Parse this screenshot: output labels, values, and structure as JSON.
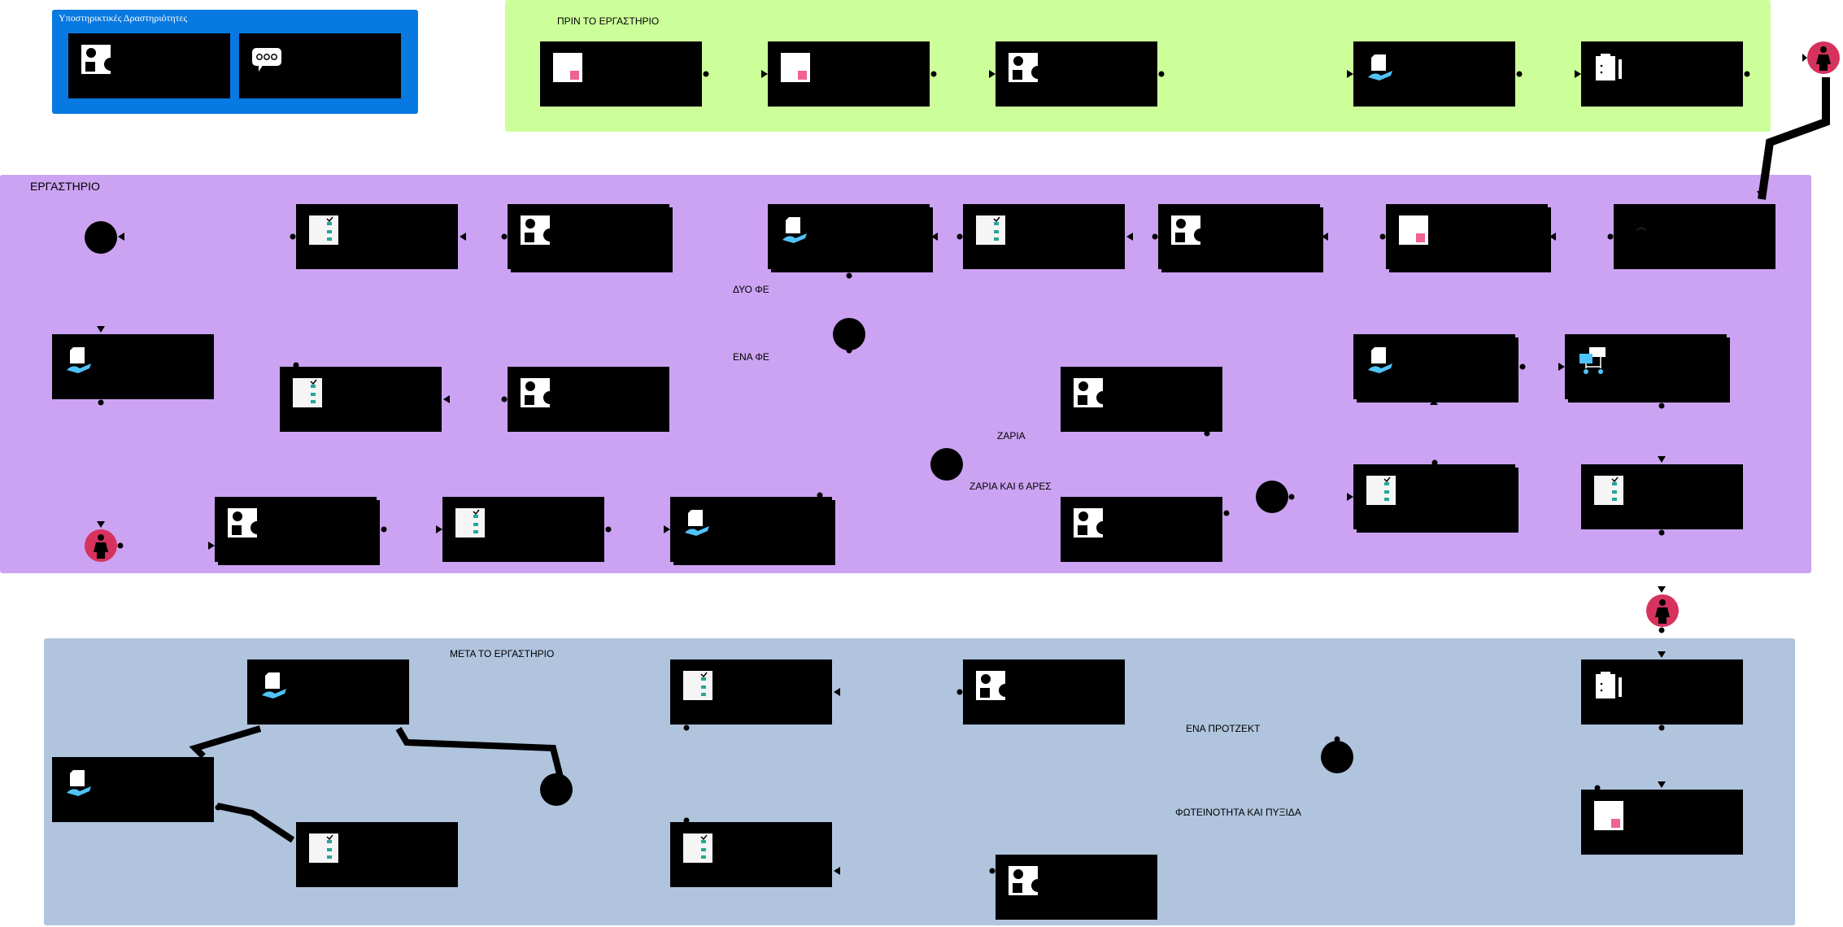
{
  "colors": {
    "support_lane": "#0879e0",
    "before_lane": "#ccff99",
    "workshop_lane": "#cca3f2",
    "after_lane": "#b0c4de",
    "person": "#d6325d"
  },
  "lanes": {
    "support": {
      "title": "Υποστηρικτικές Δραστηριότητες"
    },
    "before": {
      "title": "ΠΡΙΝ ΤΟ ΕΡΓΑΣΤΗΡΙΟ"
    },
    "workshop": {
      "title": "ΕΡΓΑΣΤΗΡΙΟ"
    },
    "after": {
      "title": "ΜΕΤΑ ΤΟ ΕΡΓΑΣΤΗΡΙΟ"
    }
  },
  "labels": {
    "dyo_fe": "ΔΥΟ ΦΕ",
    "ena_fe": "ΕΝΑ ΦΕ",
    "zaria": "ΖΑΡΙΑ",
    "zaria_6": "ΖΑΡΙΑ ΚΑΙ 6 ΑΡΕΣ",
    "ena_project": "ΕΝΑ ΠΡΟΤΖΕΚΤ",
    "fotinotita": "ΦΩΤΕΙΝΟΤΗΤΑ ΚΑΙ ΠΥΞΙΔΑ"
  },
  "icons": [
    "shapes-icon",
    "chat-bubble-icon",
    "blank-page-icon",
    "document-hand-icon",
    "checklist-icon",
    "clipboard-icon",
    "code-icon",
    "network-icon",
    "person-icon"
  ]
}
